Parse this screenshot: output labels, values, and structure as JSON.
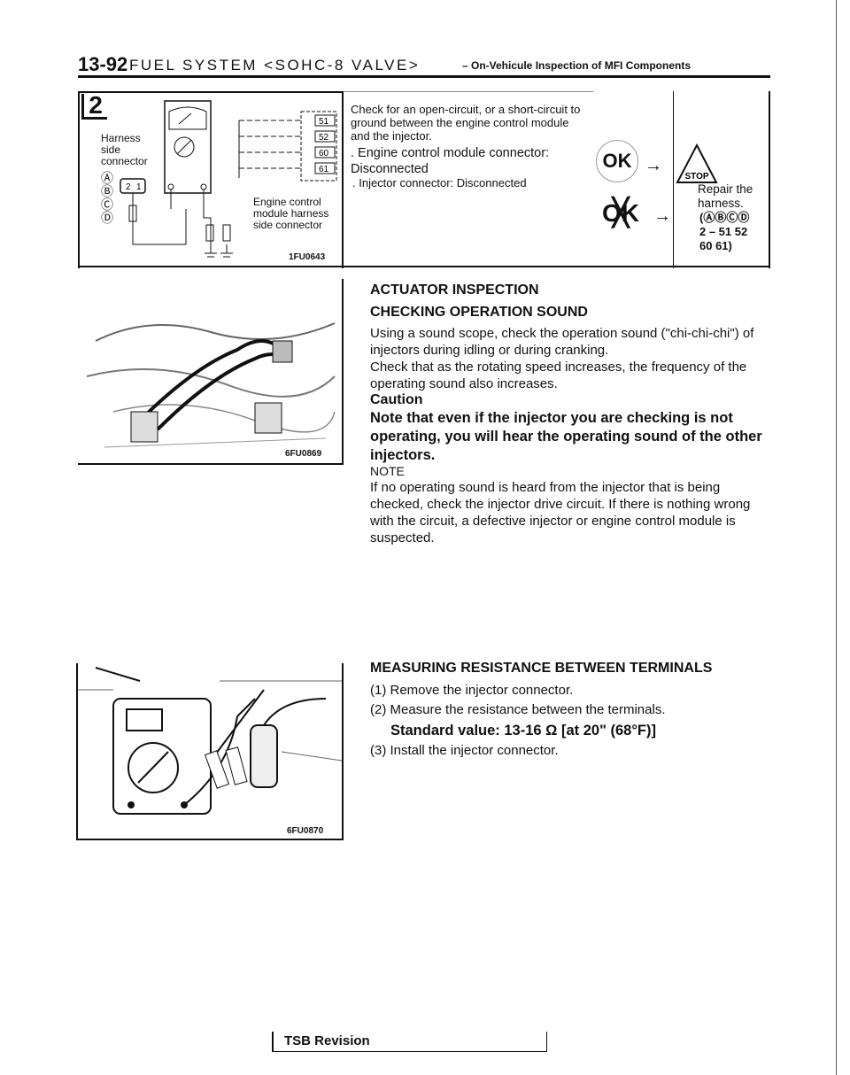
{
  "header": {
    "page_number": "13-92",
    "title": "FUEL SYSTEM <SOHC-8 VALVE>",
    "subtitle": "– On-Vehicule Inspection of MFI Components"
  },
  "step_box": {
    "step_number": "2",
    "figure": {
      "harness_label": "Harness side connector",
      "connector_pins": [
        "2",
        "1"
      ],
      "letters": [
        "Ⓐ",
        "Ⓑ",
        "Ⓒ",
        "Ⓓ"
      ],
      "ecm_terminals": [
        "51",
        "52",
        "60",
        "61"
      ],
      "ecm_label": "Engine control module harness side connector",
      "figure_id": "1FU0643"
    },
    "instruction": "Check for an open-circuit, or a short-circuit to ground between the engine control module and the injector.",
    "conditions": [
      ". Engine control module connector: Disconnected",
      ". Injector connector: Disconnected"
    ],
    "ok_label": "OK",
    "ng_label": "OK",
    "stop_label": "STOP",
    "repair_text": "Repair the harness.",
    "repair_terminals_1": "(ⒶⒷⒸⒹ",
    "repair_terminals_2": "2 – 51 52",
    "repair_terminals_3": "60 61)"
  },
  "actuator": {
    "heading": "ACTUATOR INSPECTION",
    "subheading": "CHECKING OPERATION SOUND",
    "para1": "Using a sound scope, check the operation sound (\"chi-chi-chi\") of injectors during idling or during cranking.",
    "para2": "Check that as the rotating speed increases, the frequency of the operating sound also increases.",
    "caution_label": "Caution",
    "caution_text": "Note that even if the injector you are checking is not operating, you will hear the operating sound of the other injectors.",
    "note_label": "NOTE",
    "note_text": "If no operating sound is heard from the injector that is being checked, check the injector drive circuit. If there is nothing wrong with the circuit, a defective injector or engine control module is suspected.",
    "figure_id": "6FU0869"
  },
  "resistance": {
    "heading": "MEASURING RESISTANCE BETWEEN TERMINALS",
    "step1": "(1) Remove the injector connector.",
    "step2": "(2) Measure the resistance between the terminals.",
    "standard": "Standard value: 13-16 Ω [at 20\" (68°F)]",
    "step3": "(3) Install the injector connector.",
    "figure_id": "6FU0870"
  },
  "footer": {
    "tsb": "TSB Revision"
  }
}
